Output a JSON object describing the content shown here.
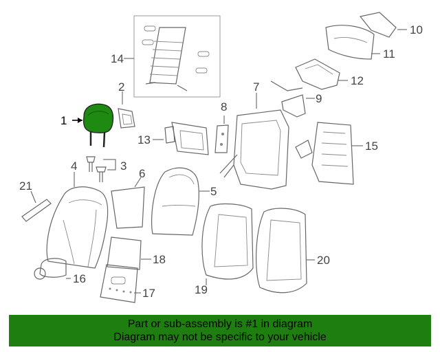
{
  "diagram": {
    "highlighted_part": "1",
    "highlight_color": "#1e8a12",
    "callouts": [
      "1",
      "2",
      "3",
      "4",
      "5",
      "6",
      "7",
      "8",
      "9",
      "10",
      "11",
      "12",
      "13",
      "14",
      "15",
      "16",
      "17",
      "18",
      "19",
      "20",
      "21"
    ]
  },
  "footer": {
    "line1": "Part or sub-assembly is #1 in diagram",
    "line2": "Diagram may not be specific to your vehicle",
    "background": "#1e7f10"
  }
}
